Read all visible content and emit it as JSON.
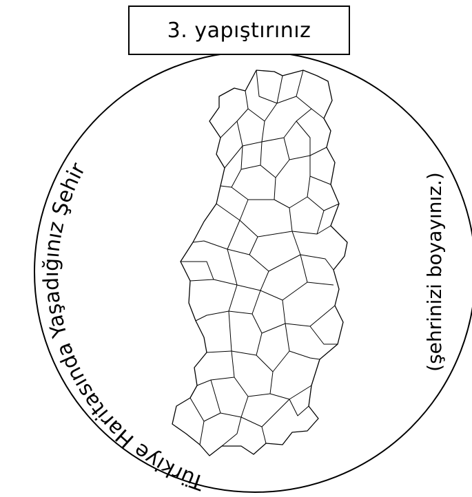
{
  "tab": {
    "label": "3. yapıştırınız"
  },
  "circle_text": {
    "arc": "Türkiye Haritasında Yaşadığınız Şehir",
    "side": "(şehrinizi boyayınız.)"
  },
  "map": {
    "icon": "turkey-province-map-icon",
    "stroke_color": "#000000",
    "fill_color": "#ffffff"
  }
}
